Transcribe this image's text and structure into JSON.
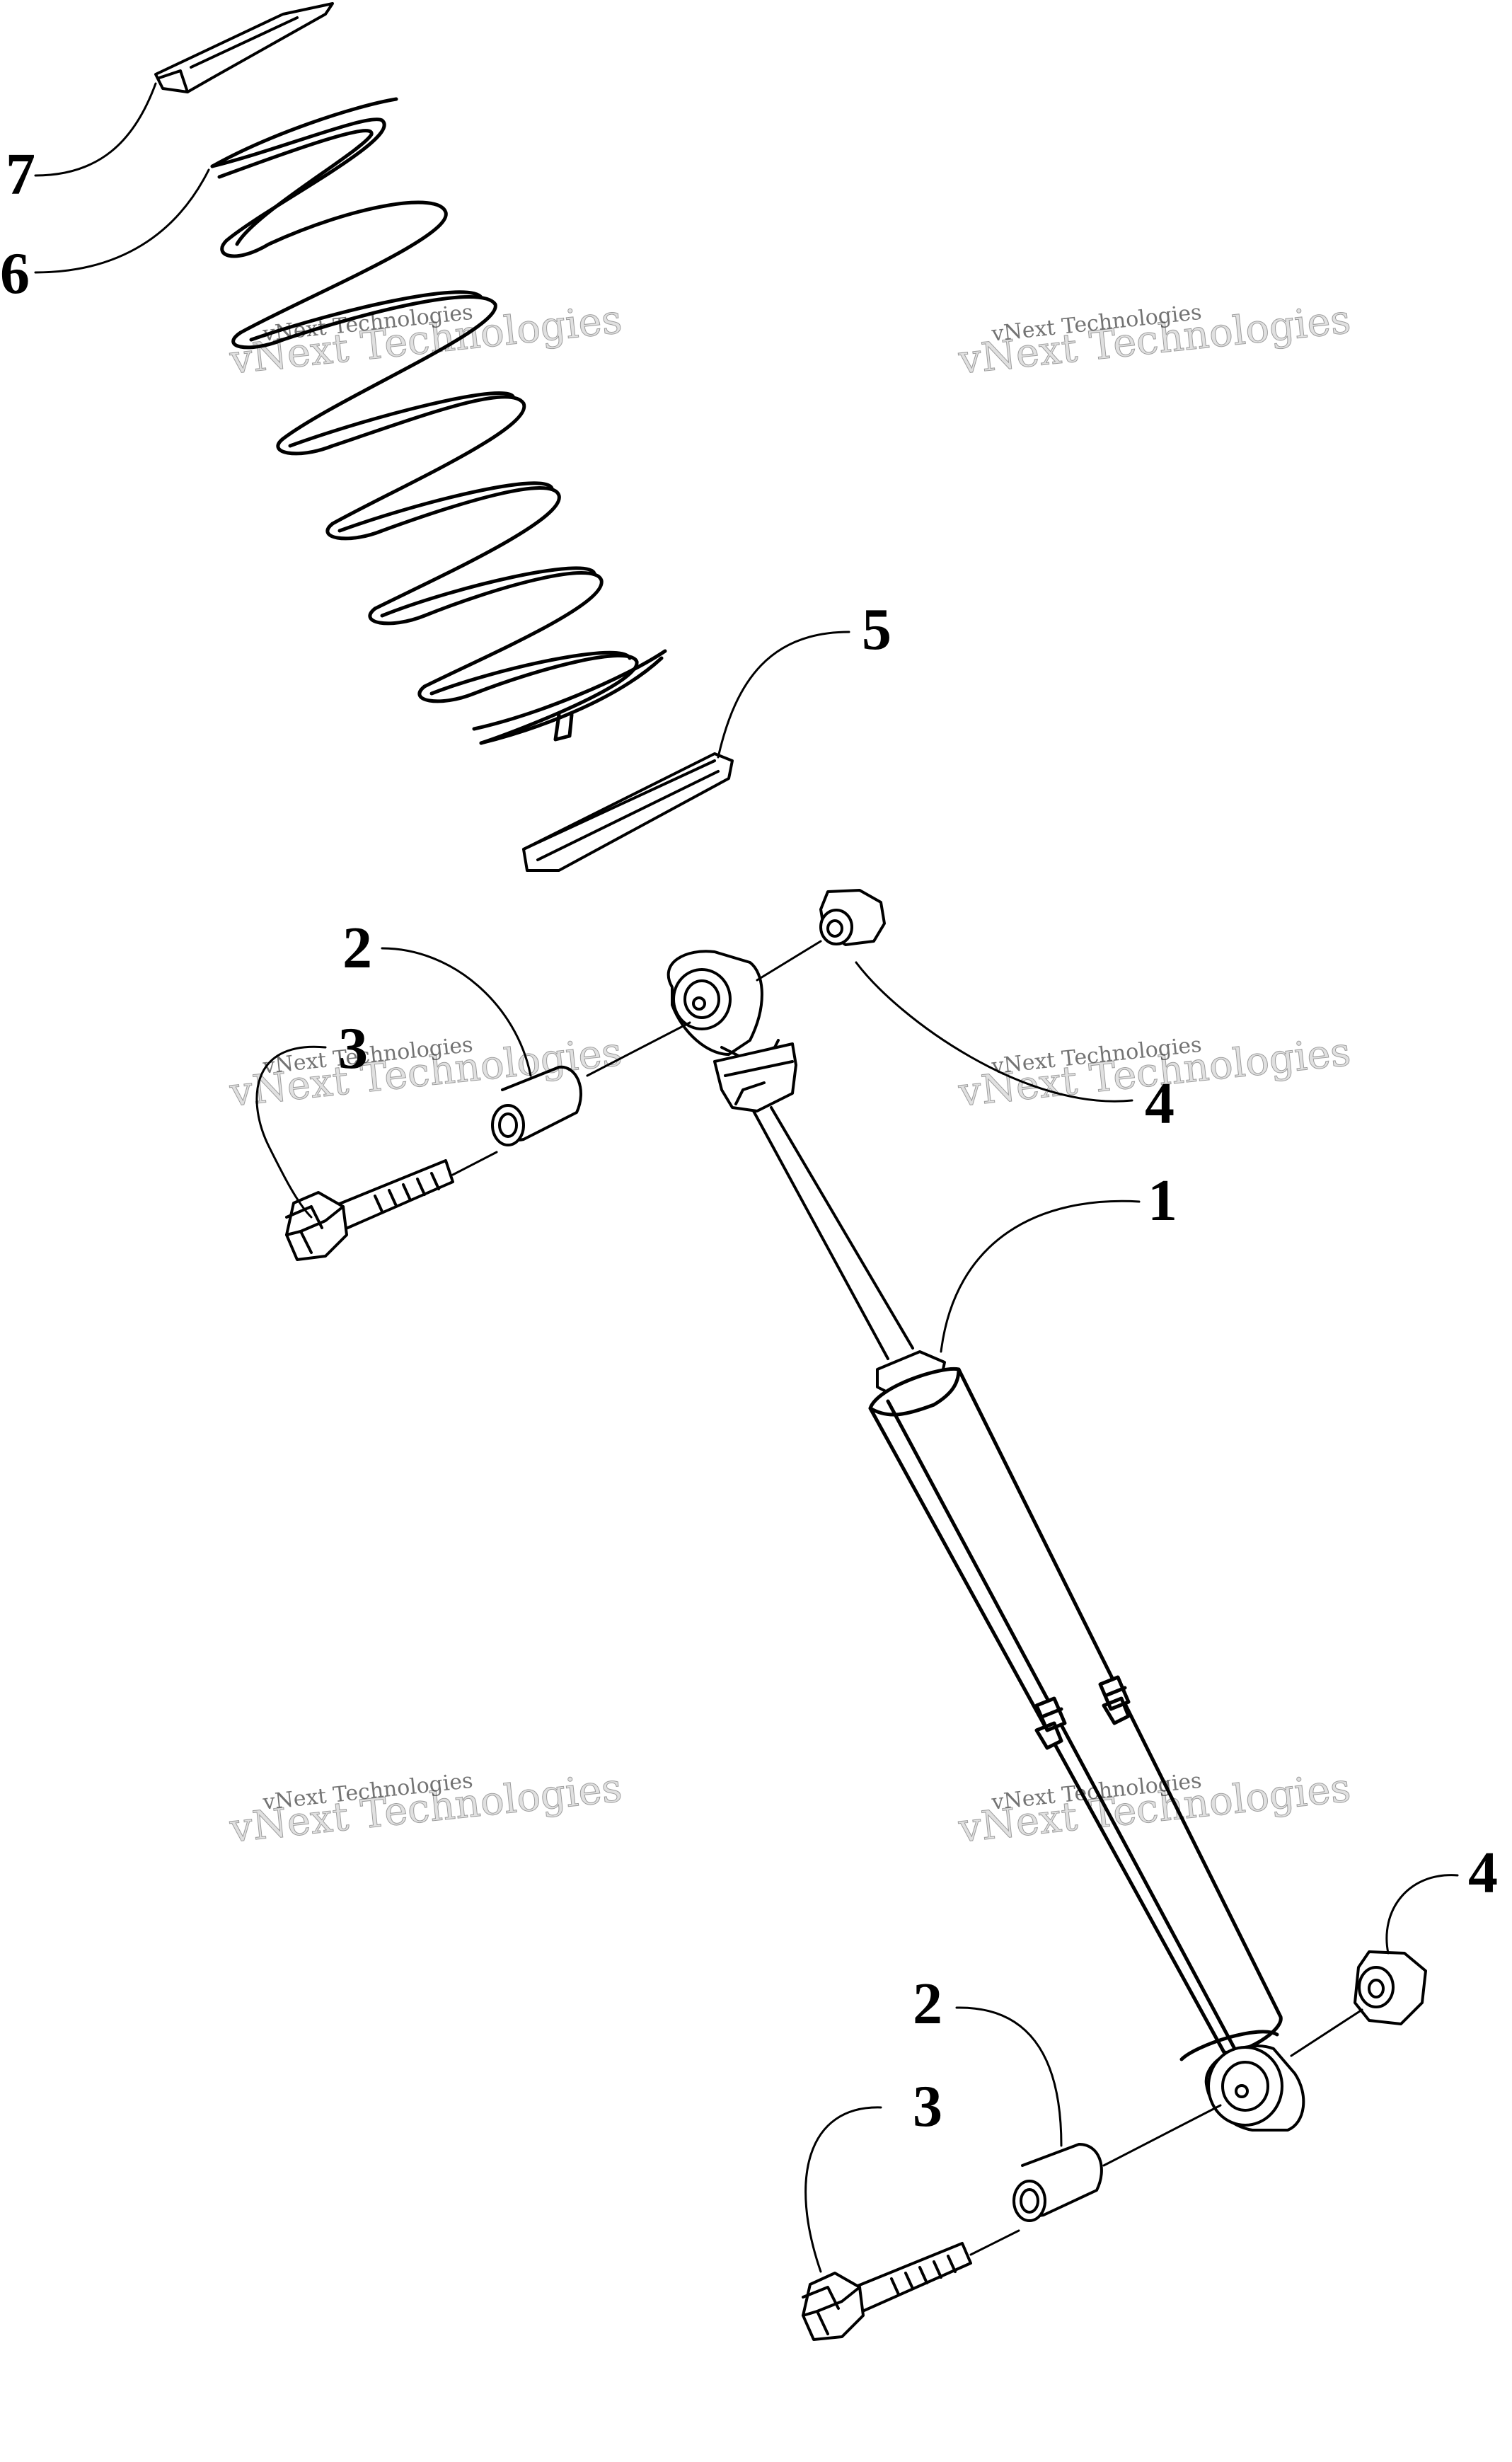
{
  "callouts": {
    "c7": "7",
    "c6": "6",
    "c5": "5",
    "c2_upper": "2",
    "c3_upper": "3",
    "c4_upper": "4",
    "c1": "1",
    "c4_lower": "4",
    "c2_lower": "2",
    "c3_lower": "3"
  },
  "watermark": {
    "line1": "vNext Technologies",
    "line2": "vNext Technologies"
  },
  "colors": {
    "line": "#000000",
    "background": "#ffffff"
  }
}
